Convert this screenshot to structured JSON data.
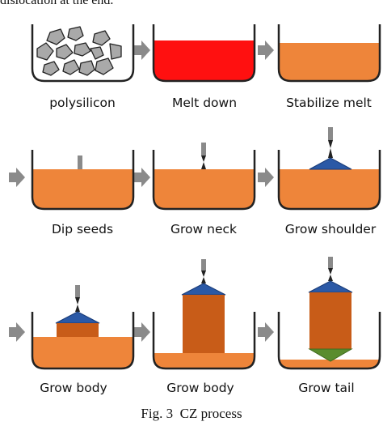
{
  "top_text": "dislocation at the end.",
  "steps": [
    {
      "label": "polysilicon"
    },
    {
      "label": "Melt down"
    },
    {
      "label": "Stabilize melt"
    },
    {
      "label": "Dip seeds"
    },
    {
      "label": "Grow neck"
    },
    {
      "label": "Grow shoulder"
    },
    {
      "label": "Grow body"
    },
    {
      "label": "Grow body"
    },
    {
      "label": "Grow tail"
    }
  ],
  "caption": "Fig. 3  CZ process",
  "colors": {
    "melt": "#ee853a",
    "red_melt": "#ff1010",
    "crystal_body": "#c85c18",
    "shoulder": "#2b59a6",
    "tail": "#5a8c2e",
    "seed": "#8a8a8a",
    "arrow": "#8a8a8a",
    "rock": "#a9a9a9"
  }
}
